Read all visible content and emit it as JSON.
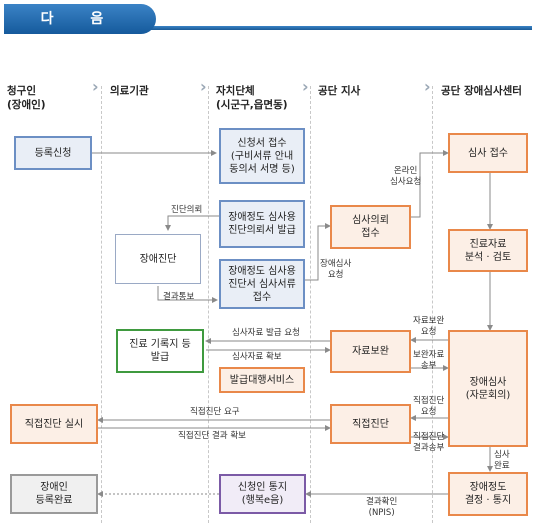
{
  "banner": {
    "title": "다 음"
  },
  "columns": [
    {
      "title": "청구인",
      "subtitle": "(장애인)"
    },
    {
      "title": "의료기관",
      "subtitle": ""
    },
    {
      "title": "자치단체",
      "subtitle": "(시군구,읍면동)"
    },
    {
      "title": "공단 지사",
      "subtitle": ""
    },
    {
      "title": "공단 장애심사센터",
      "subtitle": ""
    }
  ],
  "boxes": {
    "register": "등록신청",
    "application": "신청서 접수\n(구비서류 안내\n동의서 서명 등)",
    "review_receipt": "심사 접수",
    "diag_request_issue": "장애정도 심사용\n진단의뢰서 발급",
    "review_request_receipt": "심사의뢰\n접수",
    "disability_diagnosis": "장애진단",
    "docs_receipt": "장애정도 심사용\n진단서 심사서류 접수",
    "record_analysis": "진료자료\n분석 · 검토",
    "records_issue": "진료 기록지 등\n발급",
    "data_supplement": "자료보완",
    "issue_agency": "발급대행서비스",
    "review_committee": "장애심사\n(자문회의)",
    "direct_diag_exec": "직접진단 실시",
    "direct_diag": "직접진단",
    "completion": "장애인\n등록완료",
    "notify": "신청인 통지\n(행복e음)",
    "decision": "장애정도\n결정 · 통지"
  },
  "labels": {
    "diag_request": "진단의뢰",
    "result_notice": "결과통보",
    "online_review_request": "온라인\n심사요청",
    "review_request": "장애심사\n요청",
    "supplement_request": "자료보완\n요청",
    "supplement_submit": "보완자료\n송부",
    "data_request": "심사자료 발급 요청",
    "data_secure": "심사자료 확보",
    "direct_request": "직접진단 요구",
    "direct_result": "직접진단 결과 확보",
    "direct_req2": "직접진단\n요청",
    "direct_result2": "직접진단\n결과송부",
    "review_complete": "심사\n완료",
    "result_check": "결과확인\n(NPIS)"
  },
  "colors": {
    "blue_border": "#6c8fc4",
    "orange_border": "#e9884a",
    "green_border": "#3f9a3f",
    "purple_border": "#7b5aa6",
    "banner": "#2a6fb2"
  }
}
